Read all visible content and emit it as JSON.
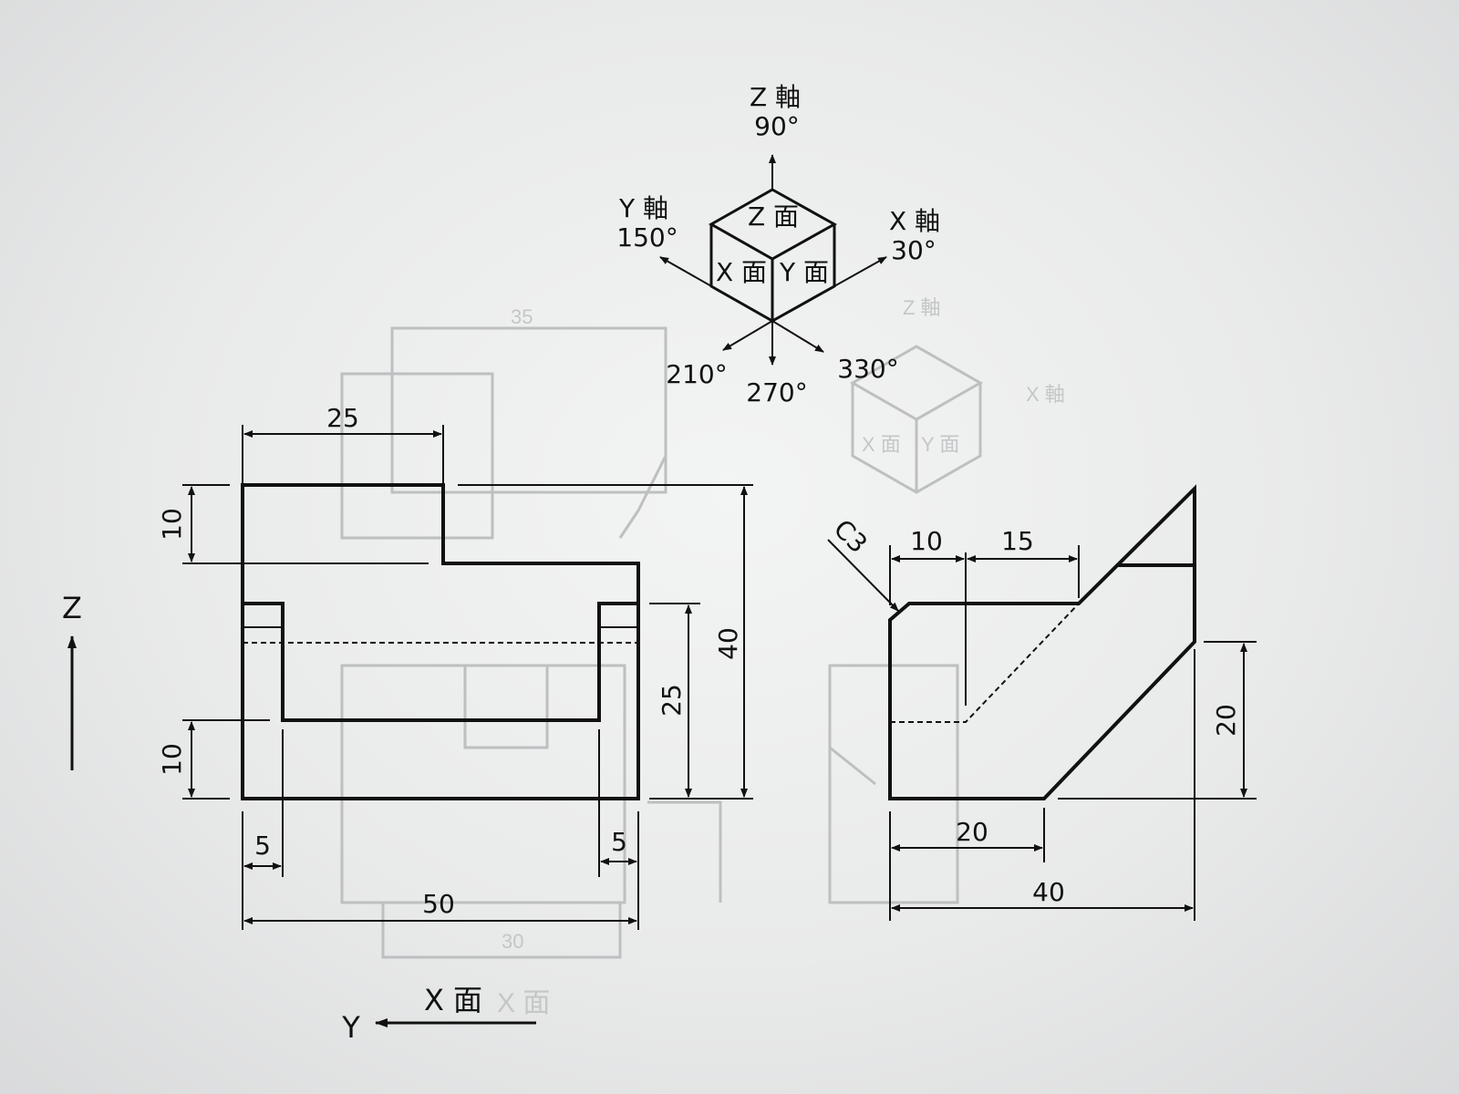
{
  "axis_diagram": {
    "z_axis": "Z 軸",
    "z_angle": "90°",
    "y_axis": "Y 軸",
    "y_angle": "150°",
    "x_axis": "X 軸",
    "x_angle": "30°",
    "z_face": "Z 面",
    "x_face": "X 面",
    "y_face": "Y 面",
    "angle_210": "210°",
    "angle_270": "270°",
    "angle_330": "330°"
  },
  "front_view": {
    "dim_top_width": "25",
    "dim_top_height": "10",
    "dim_bottom_height": "10",
    "dim_slot_height": "25",
    "dim_total_height": "40",
    "dim_left_wall": "5",
    "dim_right_wall": "5",
    "dim_total_width": "50"
  },
  "side_view": {
    "chamfer": "C3",
    "dim_top_left": "10",
    "dim_top_right": "15",
    "dim_right_height": "20",
    "dim_bottom_inner": "20",
    "dim_bottom_total": "40"
  },
  "labels": {
    "z_arrow": "Z",
    "y_arrow": "Y",
    "x_face_label": "X 面"
  }
}
